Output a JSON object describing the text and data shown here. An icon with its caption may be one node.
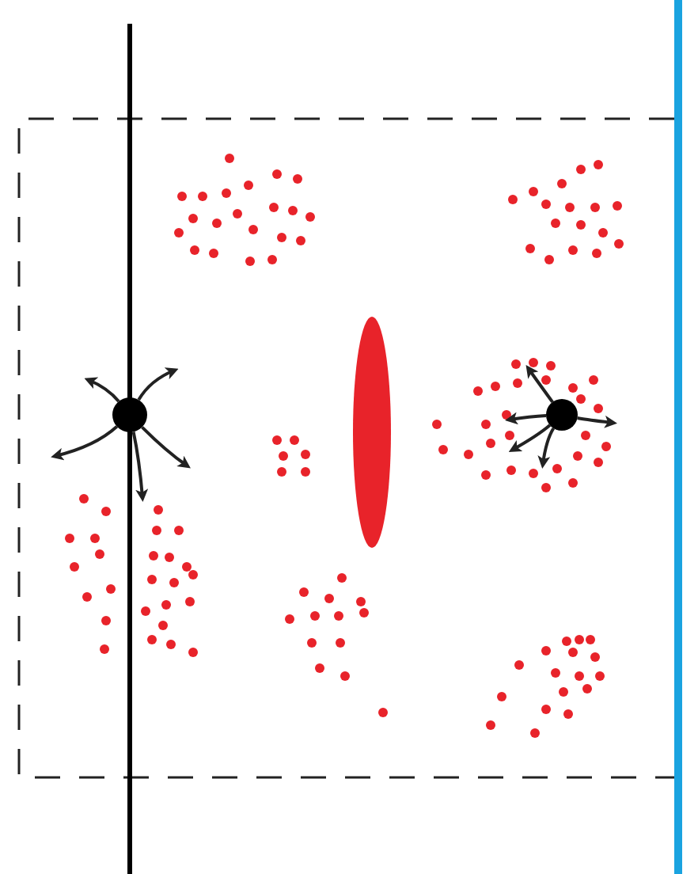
{
  "diagram": {
    "nodes": [
      {
        "text": [],
        "shape": "circle"
      },
      {
        "text": [],
        "shape": "circle"
      }
    ],
    "edges": [
      {
        "from": 0,
        "to": null,
        "arrow": "to"
      },
      {
        "from": 0,
        "to": null,
        "arrow": "to"
      },
      {
        "from": 0,
        "to": null,
        "arrow": "to"
      },
      {
        "from": 0,
        "to": null,
        "arrow": "to"
      },
      {
        "from": 0,
        "to": null,
        "arrow": "to"
      },
      {
        "from": 1,
        "to": null,
        "arrow": "to"
      },
      {
        "from": 1,
        "to": null,
        "arrow": "to"
      },
      {
        "from": 1,
        "to": null,
        "arrow": "to"
      },
      {
        "from": 1,
        "to": null,
        "arrow": "to"
      },
      {
        "from": 1,
        "to": null,
        "arrow": "to"
      }
    ]
  }
}
